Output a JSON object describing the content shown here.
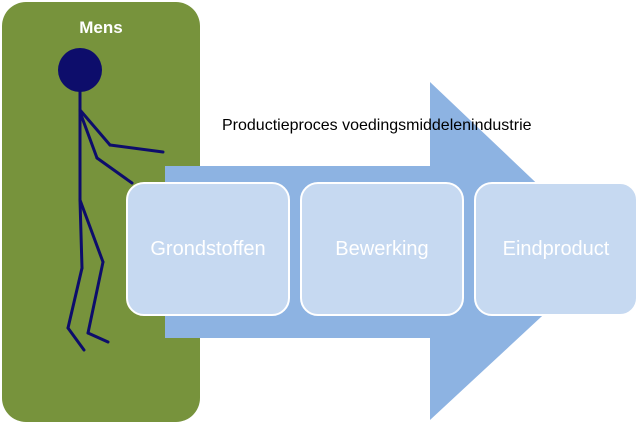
{
  "panel": {
    "title": "Mens"
  },
  "flow": {
    "title": "Productieproces voedingsmiddelenindustrie",
    "steps": [
      {
        "label": "Grondstoffen"
      },
      {
        "label": "Bewerking"
      },
      {
        "label": "Eindproduct"
      }
    ]
  },
  "colors": {
    "panel": "#77933c",
    "arrow": "#8db3e2",
    "step_box": "#c6d9f1",
    "figure": "#0d0d6b"
  }
}
